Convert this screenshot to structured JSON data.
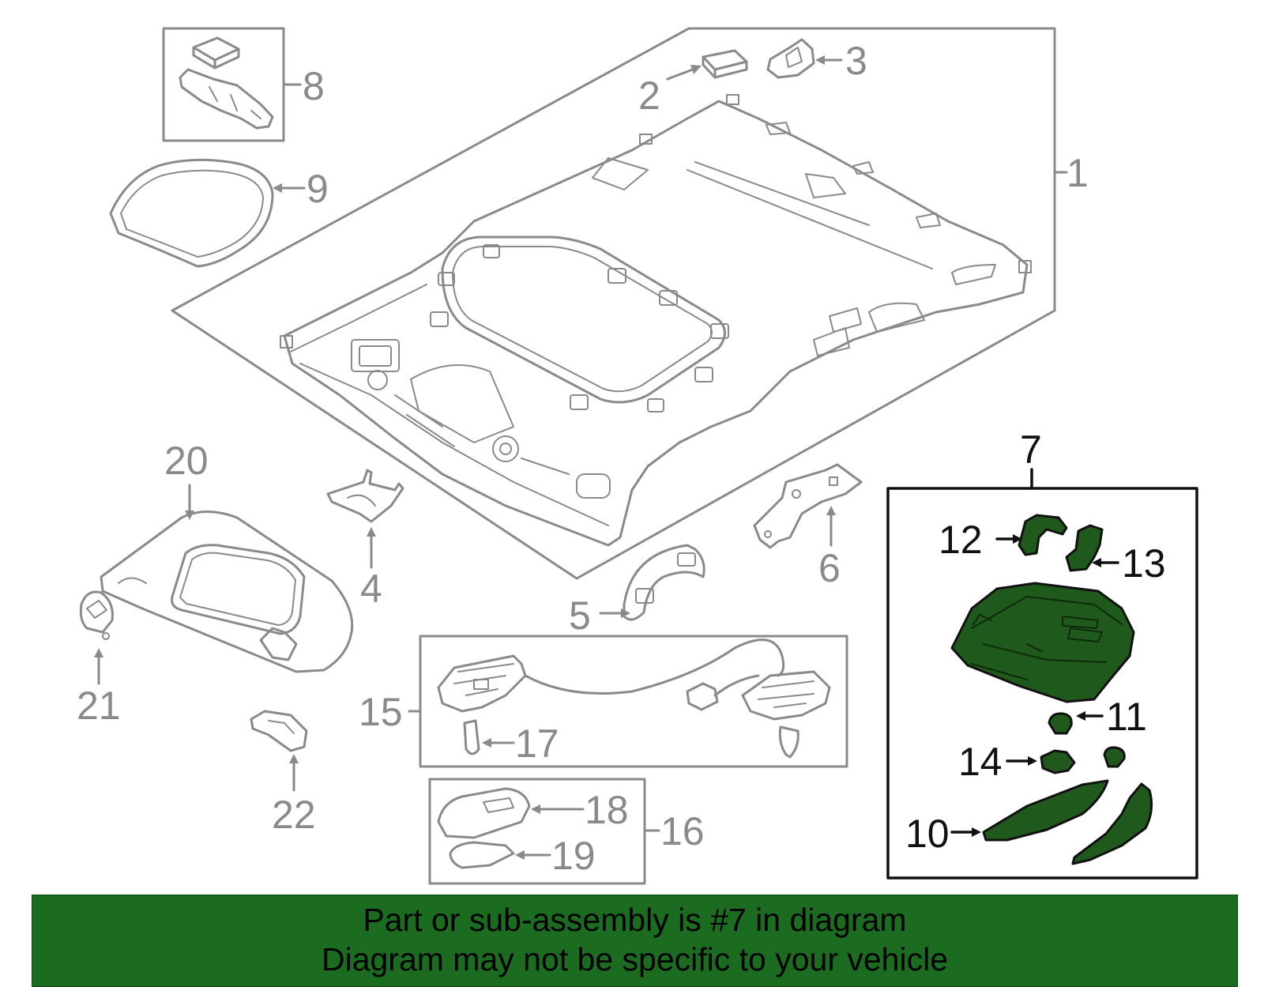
{
  "diagram": {
    "callouts": {
      "c1": "1",
      "c2": "2",
      "c3": "3",
      "c4": "4",
      "c5": "5",
      "c6": "6",
      "c7": "7",
      "c8": "8",
      "c9": "9",
      "c10": "10",
      "c11": "11",
      "c12": "12",
      "c13": "13",
      "c14": "14",
      "c15": "15",
      "c16": "16",
      "c17": "17",
      "c18": "18",
      "c19": "19",
      "c20": "20",
      "c21": "21",
      "c22": "22"
    },
    "highlighted_part": "7",
    "colors": {
      "part_line": "#8a8a8a",
      "highlight_fill": "#1f5a1c",
      "highlight_box": "#111111",
      "banner": "#1b6b21"
    }
  },
  "banner": {
    "line1": "Part or sub-assembly is #7 in diagram",
    "line2": "Diagram may not be specific to your vehicle"
  }
}
